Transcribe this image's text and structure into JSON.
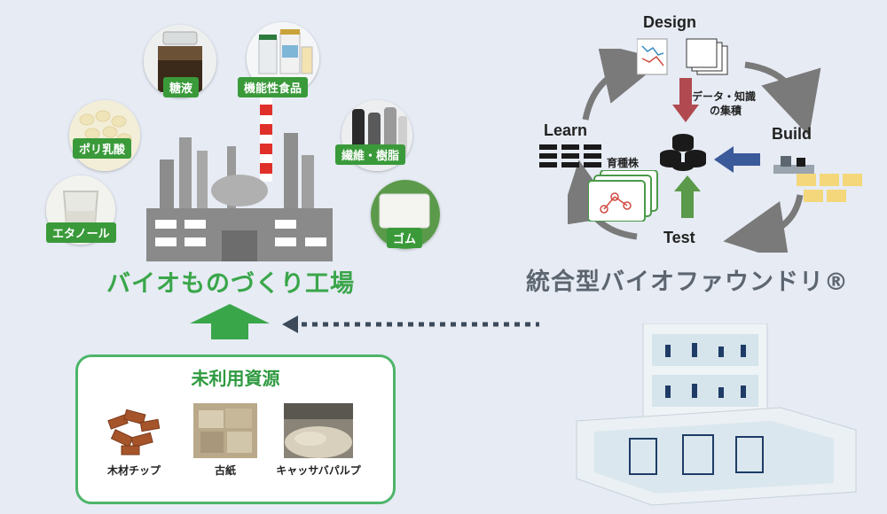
{
  "factory": {
    "title": "バイオものづくり工場",
    "products": {
      "ethanol": "エタノール",
      "polylactic": "ポリ乳酸",
      "sugar": "糖液",
      "functional_food": "機能性食品",
      "fiber_resin": "繊維・樹脂",
      "rubber": "ゴム"
    }
  },
  "resources": {
    "title": "未利用資源",
    "items": [
      "木材チップ",
      "古紙",
      "キャッサバパルプ"
    ]
  },
  "foundry": {
    "title": "統合型バイオファウンドリ®",
    "cycle": {
      "design": "Design",
      "build": "Build",
      "test": "Test",
      "learn": "Learn"
    },
    "data_label_1": "データ・知識",
    "data_label_2": "の集積",
    "strain_label": "育種株"
  },
  "colors": {
    "green": "#3aa64a",
    "gray_title": "#5d6670",
    "background": "#e6ebf4"
  }
}
